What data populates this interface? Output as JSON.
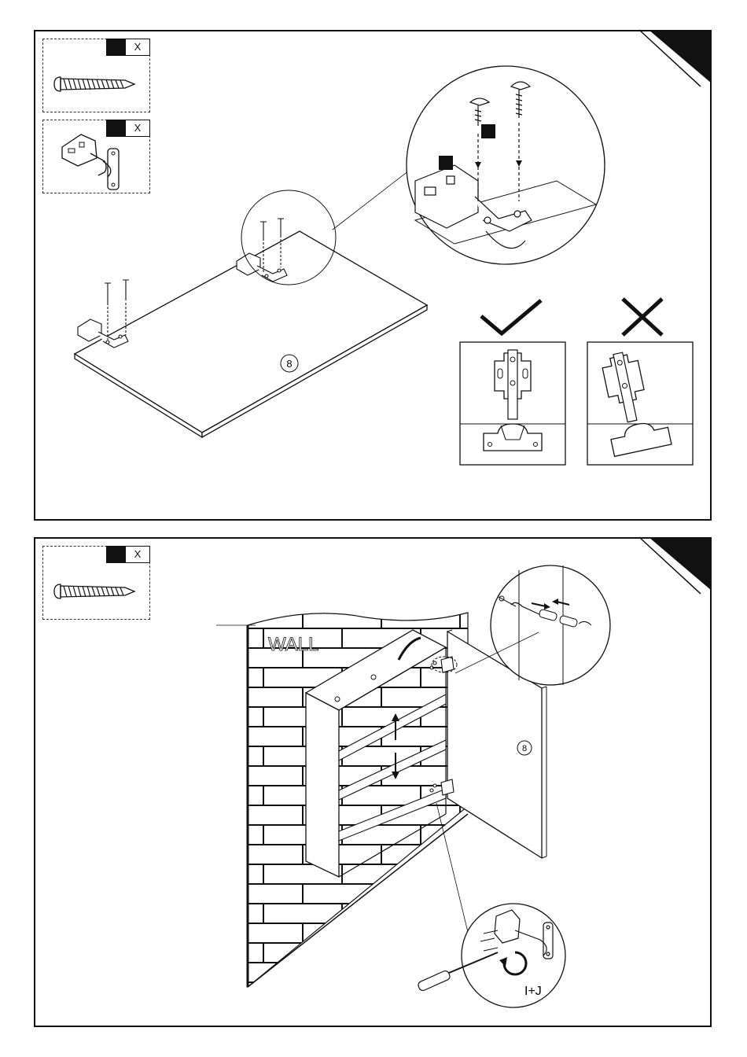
{
  "step1": {
    "parts": [
      {
        "icon": "screw-icon",
        "qty_suffix": "X"
      },
      {
        "icon": "hinge-icon",
        "qty_suffix": "X"
      }
    ],
    "door_label": "8",
    "correct_icon": "check-mark-icon",
    "incorrect_icon": "cross-mark-icon"
  },
  "step2": {
    "parts": [
      {
        "icon": "screw-icon",
        "qty_suffix": "X"
      }
    ],
    "wall_label": "WALL",
    "door_label": "8",
    "adjust_label": "I+J"
  }
}
